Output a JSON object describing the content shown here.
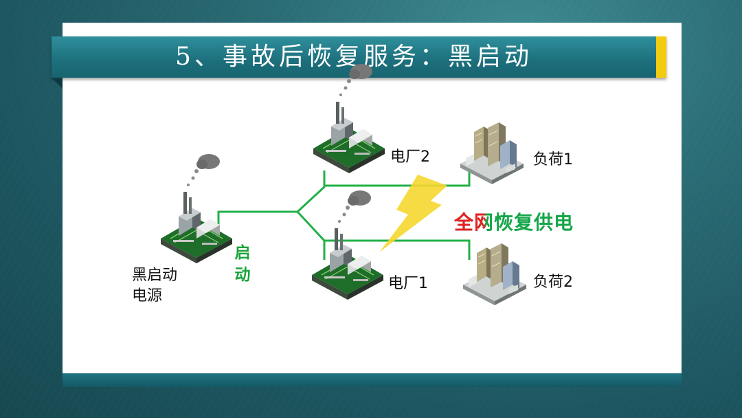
{
  "slide": {
    "title": "5、事故后恢复服务：黑启动",
    "colors": {
      "title_bar": "#1d6f7c",
      "accent": "#f3cc12",
      "line": "#22b048",
      "start_text": "#1aa33a",
      "restore_green": "#16a64a",
      "restore_red": "#e32222",
      "bolt": "#f6d730"
    }
  },
  "nodes": {
    "blackstart": {
      "label_line1": "黑启动",
      "label_line2": "电源",
      "icon": "power-plant-icon"
    },
    "plant2": {
      "label": "电厂2",
      "icon": "power-plant-icon"
    },
    "plant1": {
      "label": "电厂1",
      "icon": "power-plant-icon"
    },
    "load1": {
      "label": "负荷1",
      "icon": "city-buildings-icon"
    },
    "load2": {
      "label": "负荷2",
      "icon": "city-buildings-icon"
    }
  },
  "annotations": {
    "start_line1": "启",
    "start_line2": "动",
    "restore_green": "全网恢复供电",
    "restore_red": "全网恢复供电"
  }
}
